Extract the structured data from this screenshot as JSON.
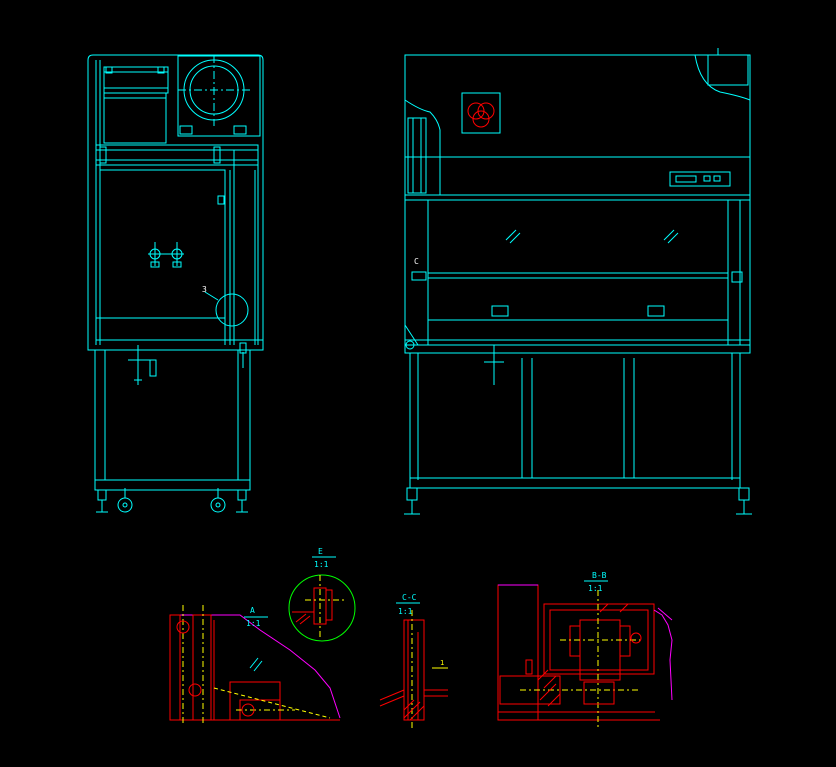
{
  "drawing": {
    "colors": {
      "background": "#000000",
      "primary": "#00ffff",
      "detail": "#ff0000",
      "hatch": "#ff00ff",
      "accent": "#ffff00",
      "circle": "#00ff00",
      "white": "#ffffff"
    },
    "side_view": {
      "callout_label": "3"
    },
    "front_view": {
      "callout_label": "C"
    },
    "details": {
      "detail_a": {
        "title": "A",
        "scale": "1:1"
      },
      "detail_e": {
        "title": "E",
        "scale": "1:1"
      },
      "section_cc": {
        "title": "C-C",
        "scale": "1:1",
        "marker": "1"
      },
      "section_bb": {
        "title": "B-B",
        "scale": "1:1"
      }
    }
  }
}
